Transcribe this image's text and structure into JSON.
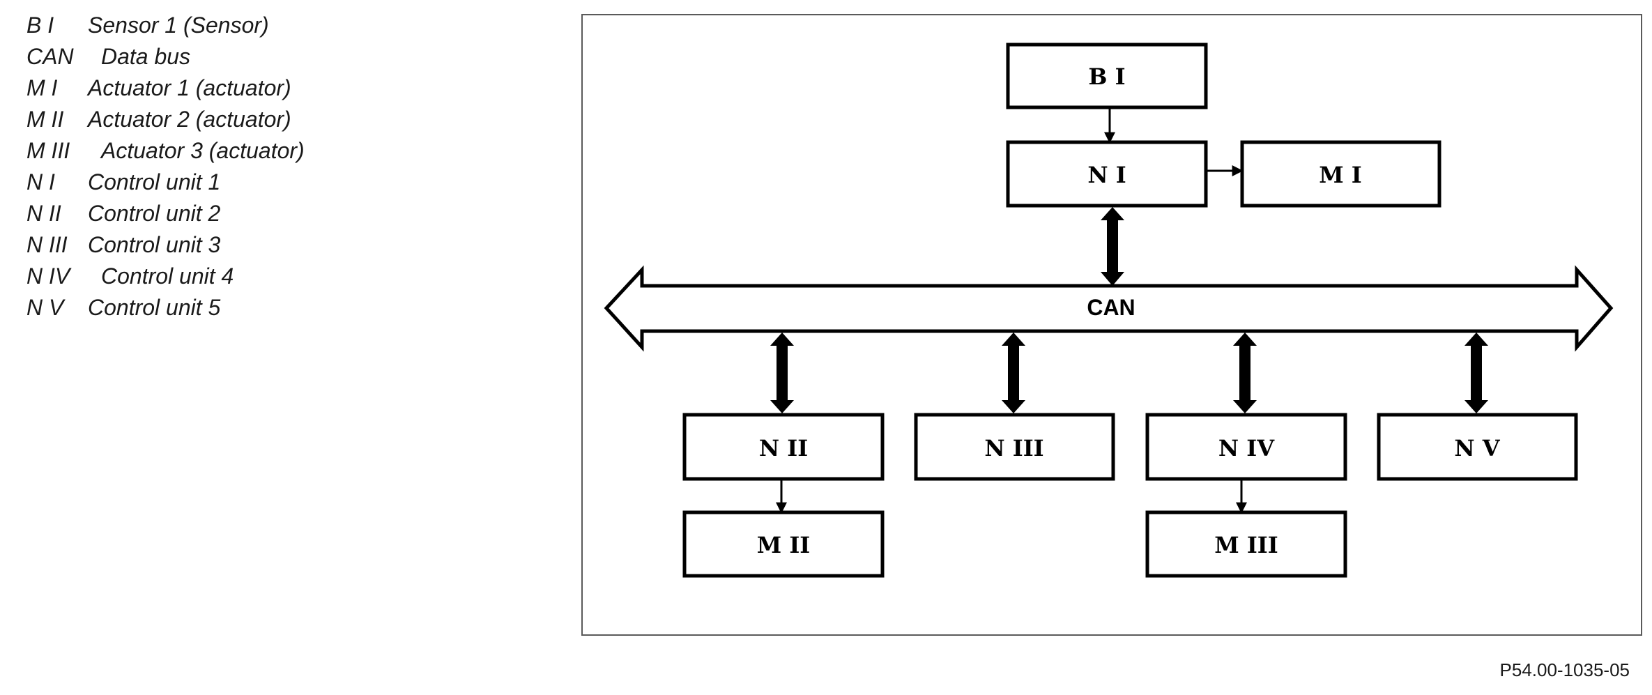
{
  "legend": [
    {
      "code": "B I",
      "description": "Sensor 1 (Sensor)"
    },
    {
      "code": "CAN",
      "description": "Data bus"
    },
    {
      "code": "M I",
      "description": "Actuator 1 (actuator)"
    },
    {
      "code": "M II",
      "description": "Actuator 2 (actuator)"
    },
    {
      "code": "M III",
      "description": "Actuator 3 (actuator)"
    },
    {
      "code": "N I",
      "description": "Control unit 1"
    },
    {
      "code": "N II",
      "description": "Control unit 2"
    },
    {
      "code": "N III",
      "description": "Control unit 3"
    },
    {
      "code": "N IV",
      "description": "Control unit 4"
    },
    {
      "code": "N V",
      "description": "Control unit 5"
    }
  ],
  "diagram": {
    "bus_label": "CAN",
    "nodes": {
      "b1": "B I",
      "n1": "N I",
      "m1": "M I",
      "n2": "N II",
      "n3": "N III",
      "n4": "N IV",
      "n5": "N V",
      "m2": "M II",
      "m3": "M III"
    }
  },
  "figure_code": "P54.00-1035-05"
}
